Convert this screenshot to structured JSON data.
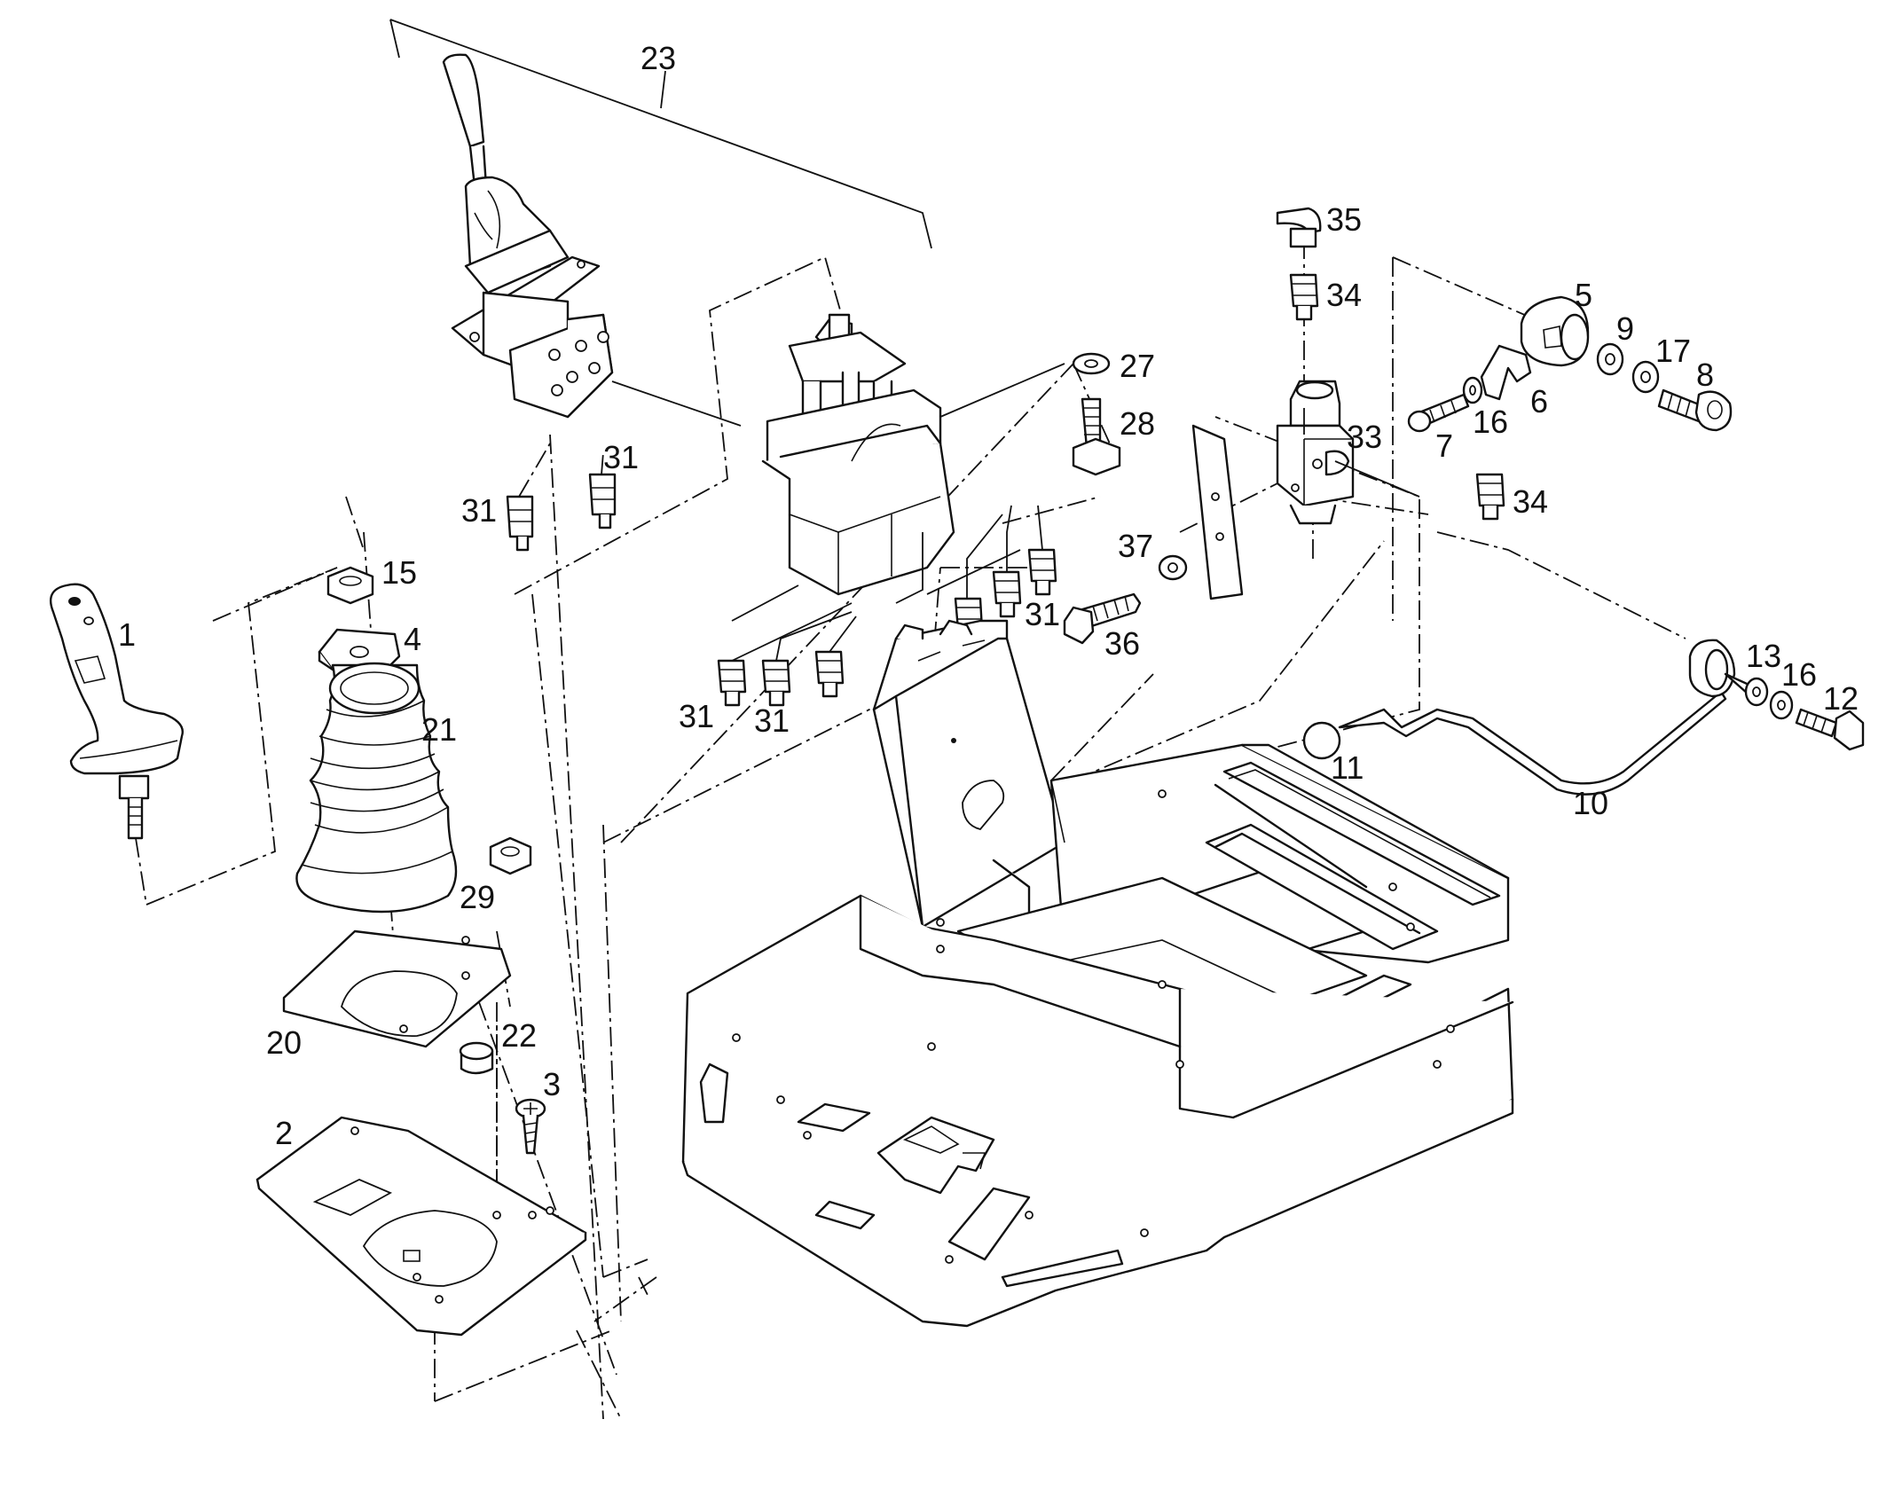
{
  "labels": {
    "l1": "1",
    "l2": "2",
    "l3": "3",
    "l4": "4",
    "l5": "5",
    "l6": "6",
    "l7": "7",
    "l8": "8",
    "l9": "9",
    "l10": "10",
    "l11": "11",
    "l12": "12",
    "l13": "13",
    "l15": "15",
    "l16a": "16",
    "l16b": "16",
    "l17": "17",
    "l20": "20",
    "l21": "21",
    "l22": "22",
    "l23": "23",
    "l27": "27",
    "l28": "28",
    "l29": "29",
    "l31a": "31",
    "l31b": "31",
    "l31c": "31",
    "l31d": "31",
    "l31e": "31",
    "l33": "33",
    "l34a": "34",
    "l34b": "34",
    "l35": "35",
    "l36": "36",
    "l37": "37"
  },
  "colors": {
    "ink": "#111111",
    "paper": "#ffffff"
  }
}
